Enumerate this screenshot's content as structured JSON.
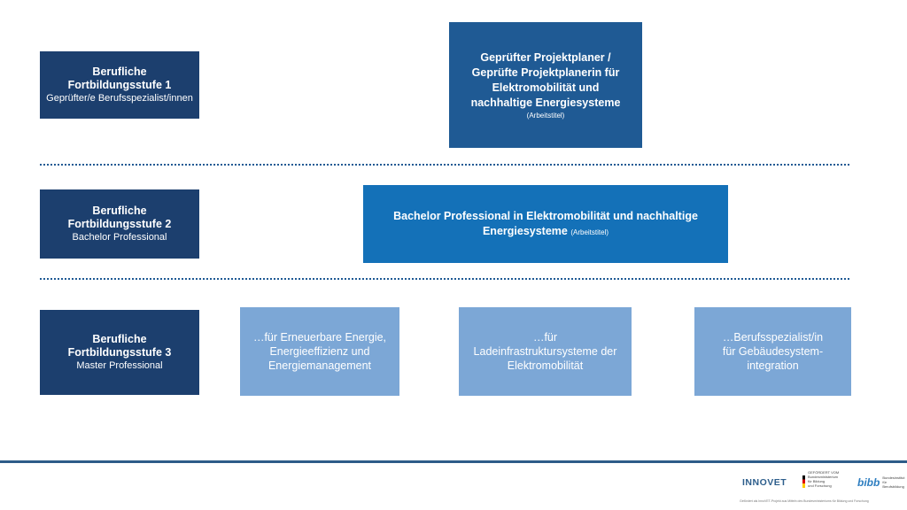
{
  "levels": [
    {
      "title": "Berufliche\nFortbildungsstufe 3",
      "sub": "Master Professional"
    },
    {
      "title": "Berufliche\nFortbildungsstufe 2",
      "sub": "Bachelor Professional"
    },
    {
      "title": "Berufliche\nFortbildungsstufe 1",
      "sub": "Geprüfter/e\nBerufsspezialist/innen"
    }
  ],
  "top_box": {
    "main": "Geprüfter Projektplaner /\nGeprüfte Projektplanerin für\nElektromobilität und\nnachhaltige Energiesysteme",
    "note": "(Arbeitstitel)"
  },
  "mid_box": {
    "main": "Bachelor Professional in Elektromobilität und nachhaltige Energiesysteme",
    "note": "(Arbeitstitel)"
  },
  "specialists": [
    "…für Erneuerbare Energie,\nEnergieeffizienz und\nEnergiemanagement",
    "…für\nLadeinfrastruktursysteme der\nElektromobilität",
    "…Berufsspezialist/in\nfür Gebäudesystem-\nintegration"
  ],
  "footer": {
    "innovet": "INNOVET",
    "bmbf": "GEFÖRDERT VOM\nBundesministerium\nfür Bildung\nund Forschung",
    "bibb_mark": "bibb",
    "bibb_text": "Bundesinstitut für\nBerufsbildung",
    "small": "Gefördert als InnoVET-Projekt aus Mitteln des Bundesministeriums für Bildung und Forschung"
  },
  "colors": {
    "level_box": "#1c3f6e",
    "top_box": "#1f5a94",
    "mid_box": "#1471b8",
    "light_box": "#7ca7d6",
    "dotted_line": "#1f5a94"
  }
}
